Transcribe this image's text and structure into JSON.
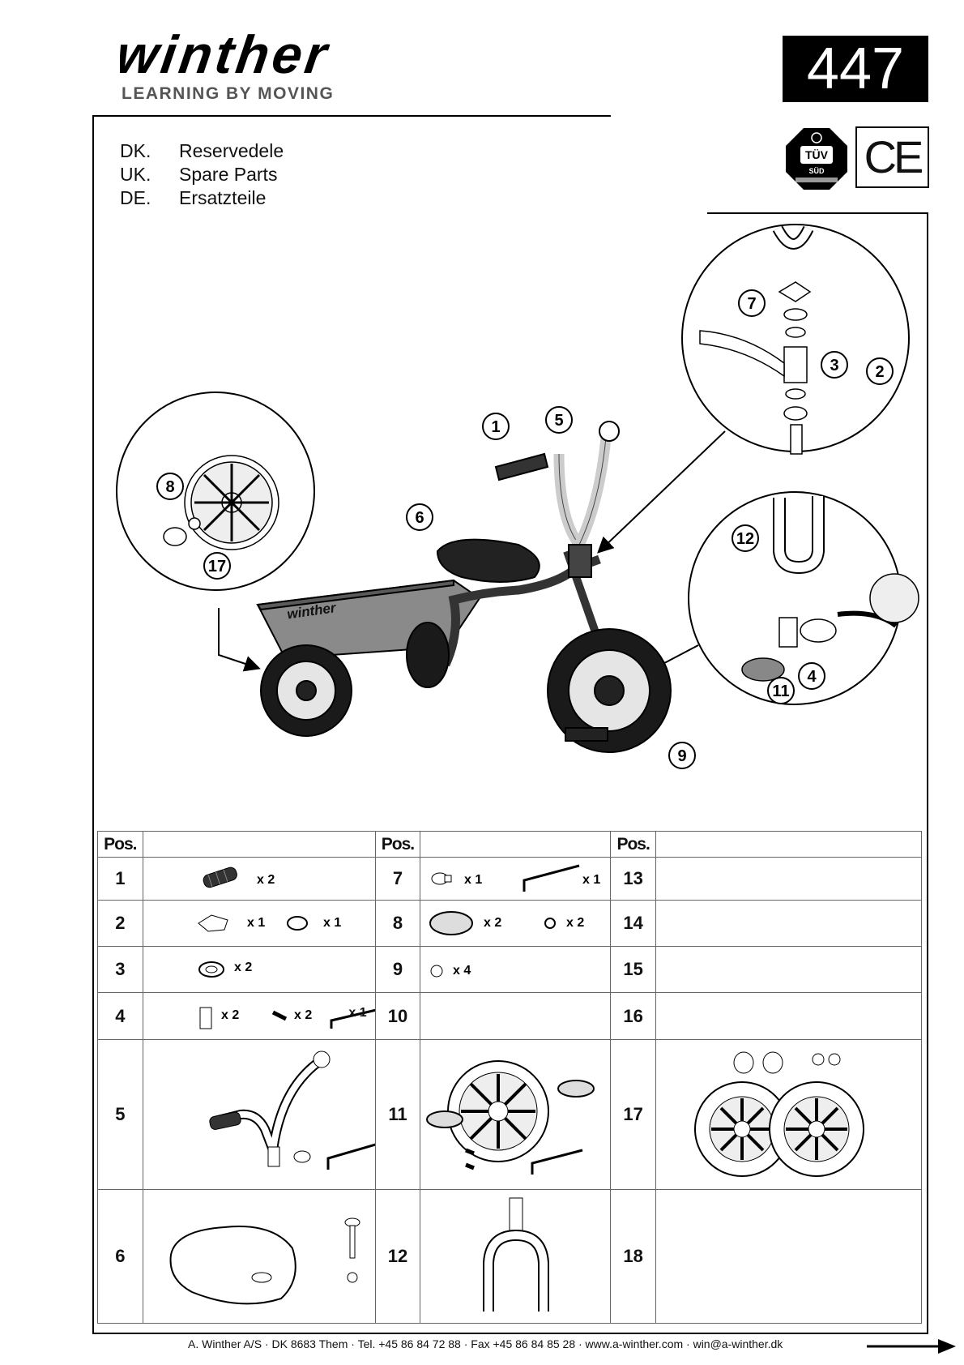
{
  "brand": {
    "name": "winther",
    "tagline": "LEARNING BY MOVING"
  },
  "model_number": "447",
  "certifications": {
    "tuv_label": "TÜV",
    "tuv_sub": "SÜD",
    "ce": "CE"
  },
  "titles": [
    {
      "code": "DK.",
      "text": "Reservedele"
    },
    {
      "code": "UK.",
      "text": "Spare Parts"
    },
    {
      "code": "DE.",
      "text": "Ersatzteile"
    }
  ],
  "callouts": [
    "1",
    "2",
    "3",
    "4",
    "5",
    "6",
    "7",
    "8",
    "9",
    "11",
    "12",
    "17"
  ],
  "trike_logo": "winther",
  "table": {
    "header": "Pos.",
    "rows": [
      {
        "a": "1",
        "a_qty": [
          "x 2"
        ],
        "b": "7",
        "b_qty": [
          "x 1",
          "x 1"
        ],
        "c": "13"
      },
      {
        "a": "2",
        "a_qty": [
          "x 1",
          "x 1"
        ],
        "b": "8",
        "b_qty": [
          "x 2",
          "x 2"
        ],
        "c": "14"
      },
      {
        "a": "3",
        "a_qty": [
          "x 2"
        ],
        "b": "9",
        "b_qty": [
          "x 4"
        ],
        "c": "15"
      },
      {
        "a": "4",
        "a_qty": [
          "x 2",
          "x 2",
          "x 1"
        ],
        "b": "10",
        "b_qty": [],
        "c": "16"
      },
      {
        "a": "5",
        "a_qty": [],
        "b": "11",
        "b_qty": [],
        "c": "17"
      },
      {
        "a": "6",
        "a_qty": [],
        "b": "12",
        "b_qty": [],
        "c": "18"
      }
    ]
  },
  "footer": "A. Winther A/S · DK 8683 Them · Tel. +45 86 84 72 88 · Fax +45 86 84 85 28 · www.a-winther.com · win@a-winther.dk"
}
